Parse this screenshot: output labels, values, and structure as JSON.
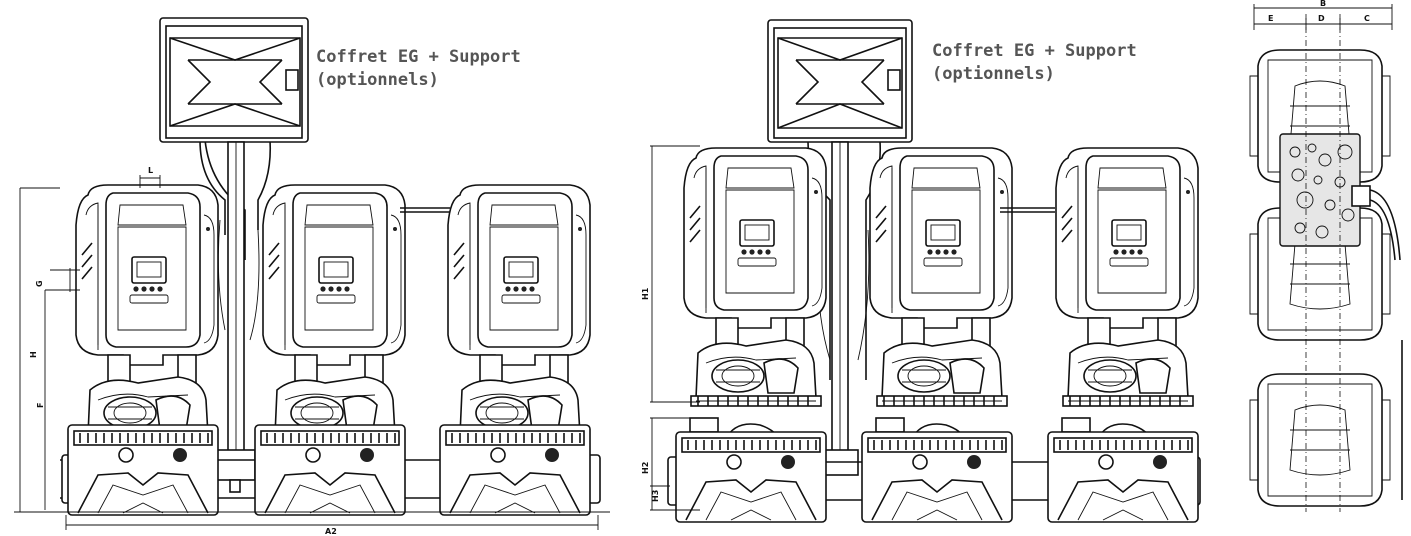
{
  "callouts": {
    "left_line1": "Coffret EG + Support",
    "left_line2": "(optionnels)",
    "mid_line1": "Coffret EG + Support",
    "mid_line2": "(optionnels)"
  },
  "dimensions": {
    "left": {
      "L": "L",
      "G": "G",
      "H": "H",
      "F": "F",
      "A2": "A2"
    },
    "middle": {
      "H1": "H1",
      "H2": "H2",
      "H3": "H3"
    },
    "right": {
      "B": "B",
      "E": "E",
      "D": "D",
      "C": "C"
    }
  }
}
